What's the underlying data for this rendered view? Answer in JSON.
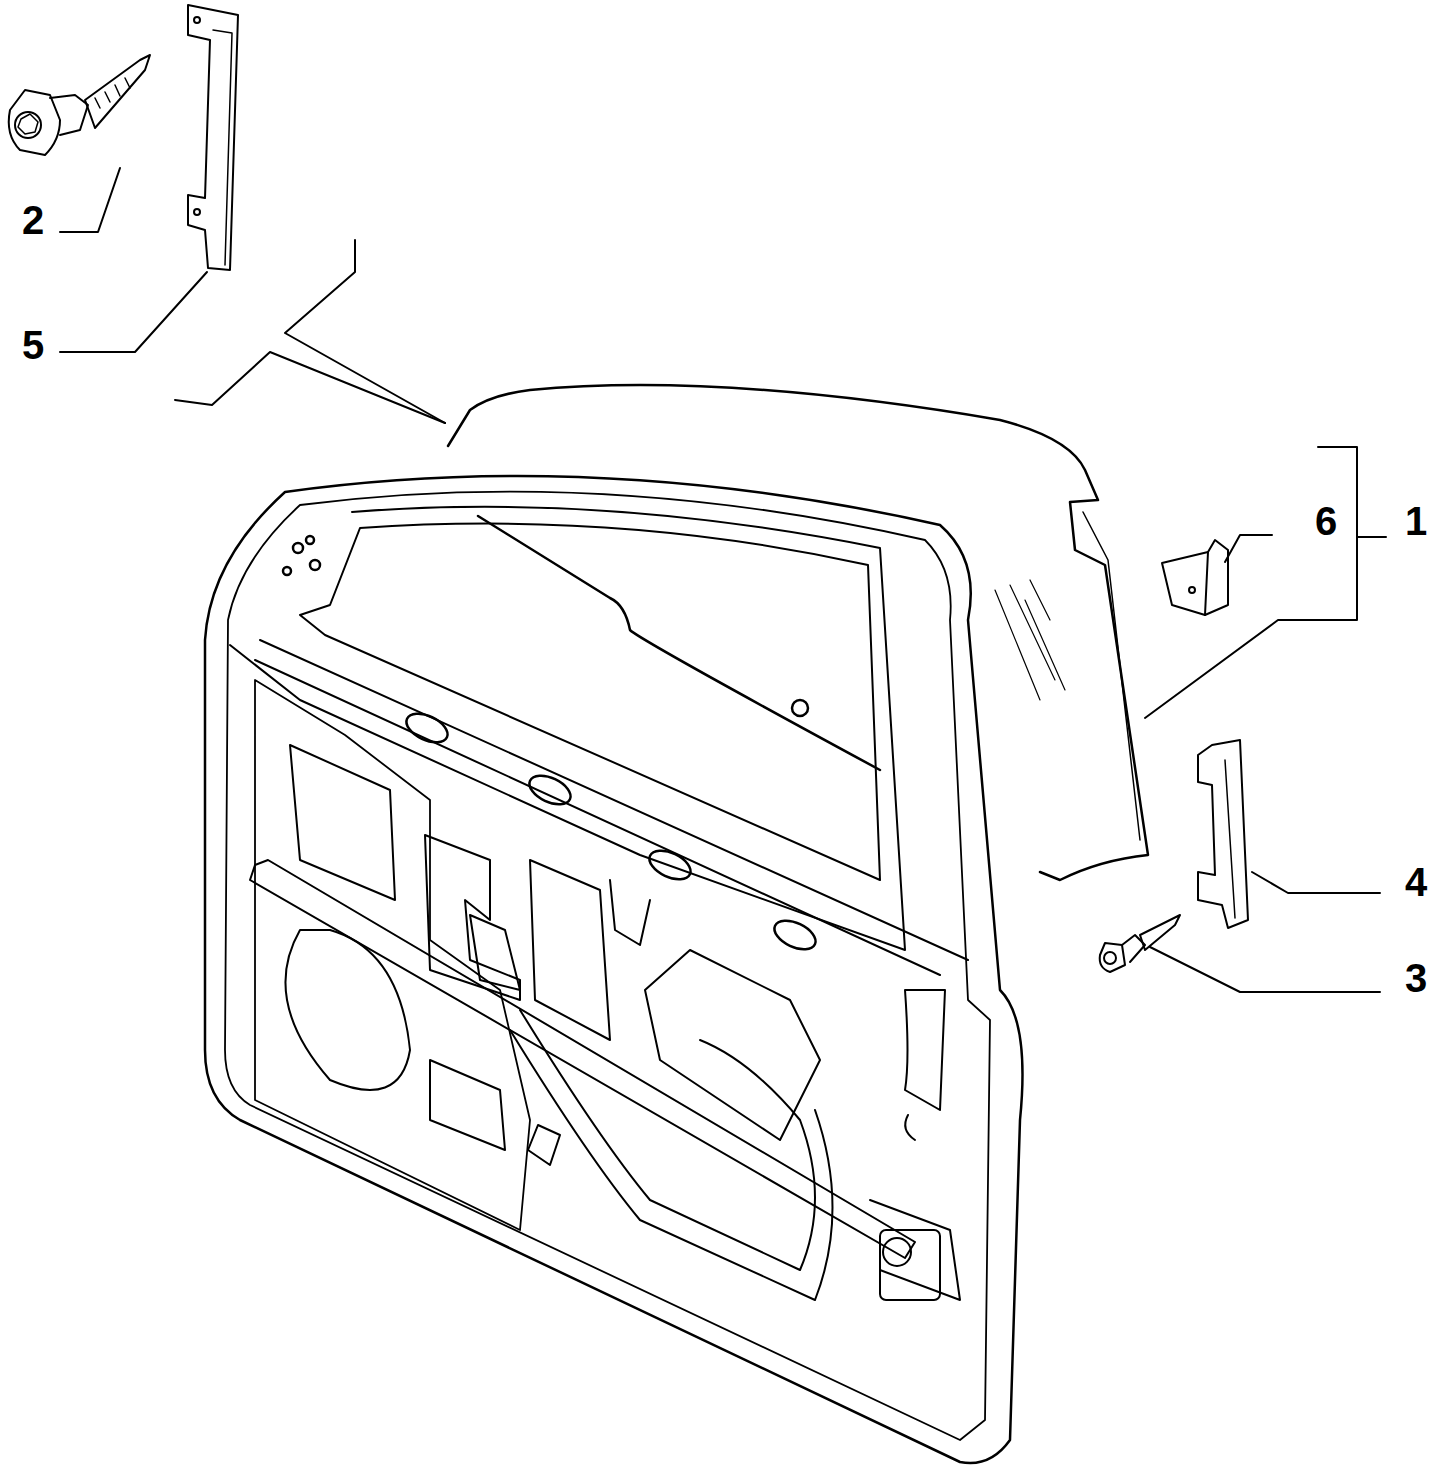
{
  "diagram": {
    "labels": [
      "2",
      "5",
      "6",
      "1",
      "4",
      "3"
    ]
  }
}
